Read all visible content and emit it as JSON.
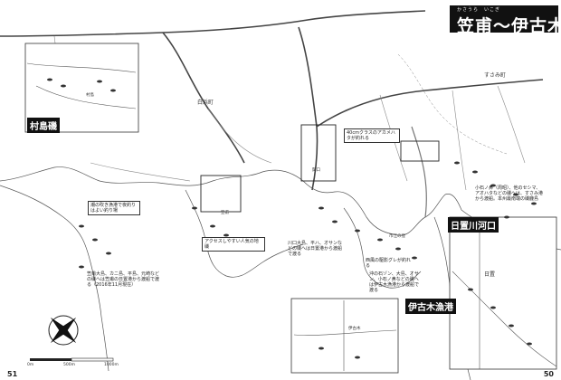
{
  "title": {
    "furigana": "かさうら　いこぎ",
    "text": "笠甫～伊古木"
  },
  "page_numbers": {
    "left": "51",
    "right": "50"
  },
  "insets": {
    "murashima": "村島磯",
    "hiokigawa": "日置川河口",
    "ikogi": "伊古木漁港"
  },
  "place_labels": {
    "shirahama": "白浜町",
    "susami": "すさみ町",
    "hioki": "日置",
    "ikogi_small": "伊古木",
    "ichienokubo": "市江の窪",
    "sekiseki": "関口"
  },
  "callouts": [
    "40cmクラスのアカメハタが釣れる",
    "アクセスしやすい人気の地磯",
    "川口大島、平ハ、オサンなどの磯へは日置港から渡船で渡る",
    "西風の駆影グレが釣れる",
    "沖の石ゾン、大島、オサン、小石ノ鼻などの磯へは伊古木漁港から渡船で渡る",
    "小石ノ鼻（周昭）、他のセシマ、アオハタなどの磯へは、すさみ港から渡船。本州最南端の磯鹿島",
    "笠甫大島、カニ島、平島、元崎などの磯へは笠甫の日置港から渡船で渡る（2016年11月現在）",
    "潮の吹き漁港で夜釣りはよい釣り場",
    "笠甫",
    "村島"
  ],
  "scale": {
    "zero": "0m",
    "mid": "500m",
    "max": "1000m"
  },
  "icons": [
    "compass-icon",
    "fish-icon",
    "boat-icon"
  ]
}
